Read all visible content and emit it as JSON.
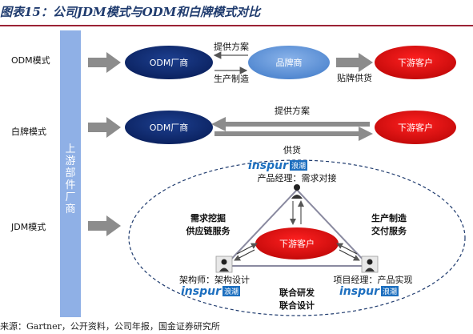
{
  "title": "图表15：公司JDM模式与ODM和白牌模式对比",
  "source": "来源：Gartner，公开资料，公司年报，国金证券研究所",
  "sidebar": {
    "label": "上游部件厂商"
  },
  "rows": {
    "odm": {
      "label": "ODM模式",
      "left_node": "ODM厂商",
      "middle_node": "品牌商",
      "right_node": "下游客户",
      "arrow_top": "提供方案",
      "arrow_bottom": "生产制造",
      "arrow_right": "贴牌供货"
    },
    "whitebrand": {
      "label": "白牌模式",
      "left_node": "ODM厂商",
      "right_node": "下游客户",
      "arrow_top": "提供方案",
      "arrow_bottom": "供货"
    },
    "jdm": {
      "label": "JDM模式",
      "center_node": "下游客户",
      "logo_text": "inspur",
      "logo_cn": "浪潮",
      "top_caption": "产品经理：需求对接",
      "left_caption": "架构师：架构设计",
      "right_caption": "项目经理：产品实现",
      "left_edge_line1": "需求挖掘",
      "left_edge_line2": "供应链服务",
      "right_edge_line1": "生产制造",
      "right_edge_line2": "交付服务",
      "bottom_line1": "联合研发",
      "bottom_line2": "联合设计"
    }
  },
  "colors": {
    "navy": "#0e2a6b",
    "blue": "#5b8fd3",
    "red": "#d40f0f",
    "sidebar": "#8fb0e6",
    "arrow": "#8c8c8c",
    "logo": "#1d6fbf"
  }
}
